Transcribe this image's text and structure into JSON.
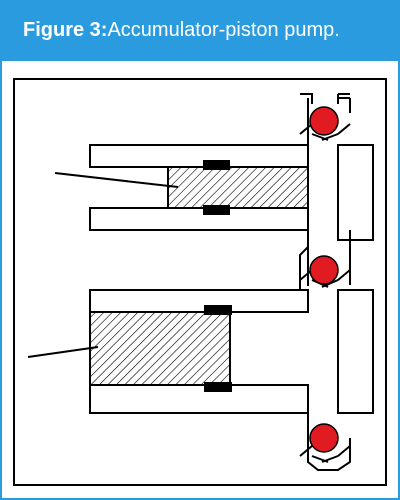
{
  "figure": {
    "label": "Figure 3:",
    "caption": "Accumulator-piston pump.",
    "header_color": "#2b9be0"
  },
  "diagram": {
    "component_count": 2,
    "check_valve_count": 3,
    "valve_ball_color": "#e11b22",
    "seal_color": "#000000",
    "hatch_color": "#000000"
  }
}
